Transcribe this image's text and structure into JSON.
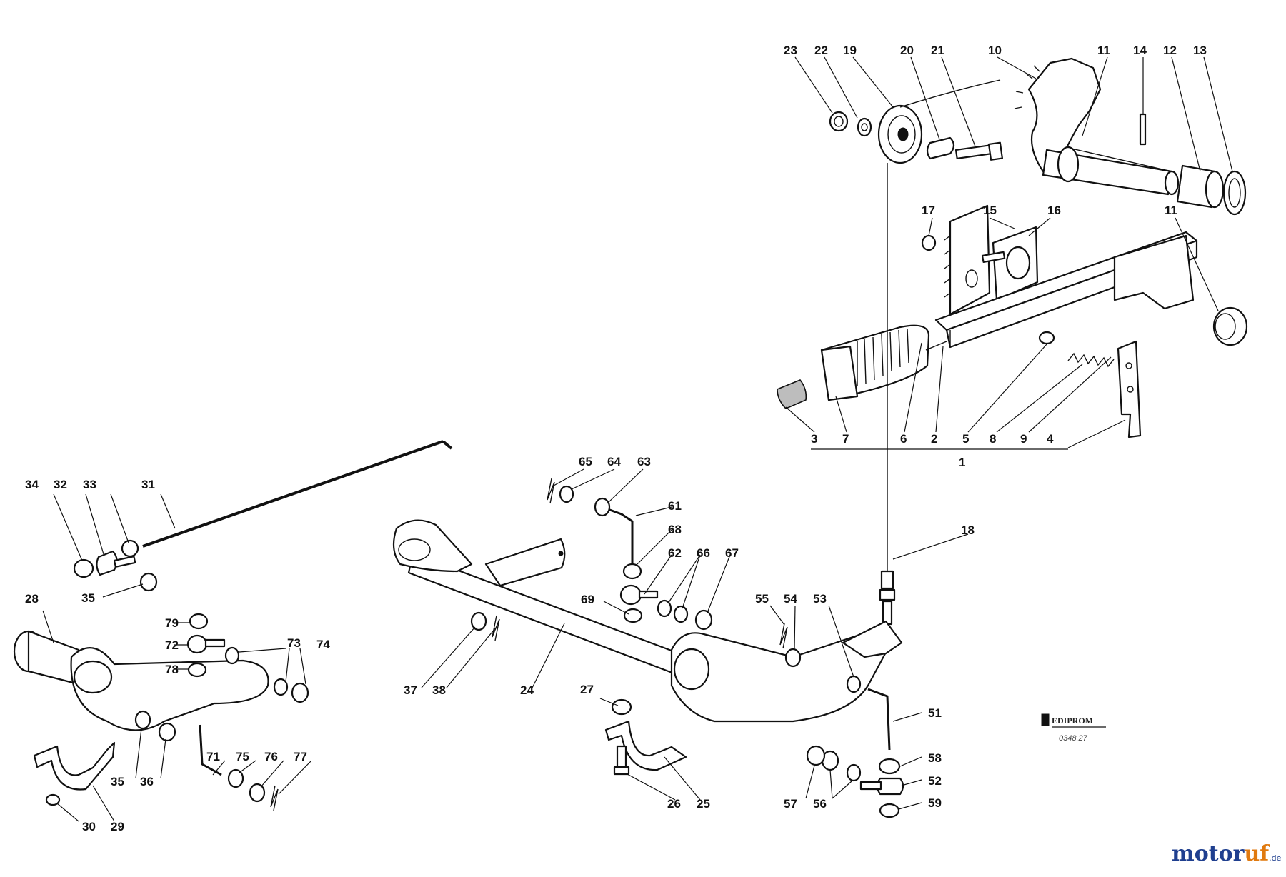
{
  "labels": {
    "1": "1",
    "2": "2",
    "3": "3",
    "4": "4",
    "5": "5",
    "6": "6",
    "7": "7",
    "8": "8",
    "9": "9",
    "10": "10",
    "11a": "11",
    "11b": "11",
    "12": "12",
    "13": "13",
    "14": "14",
    "15": "15",
    "16": "16",
    "17": "17",
    "18": "18",
    "19": "19",
    "20": "20",
    "21": "21",
    "22": "22",
    "23": "23",
    "24": "24",
    "25": "25",
    "26": "26",
    "27": "27",
    "28": "28",
    "29": "29",
    "30": "30",
    "31": "31",
    "32": "32",
    "33": "33",
    "34": "34",
    "35a": "35",
    "35b": "35",
    "36": "36",
    "37": "37",
    "38": "38",
    "51": "51",
    "52": "52",
    "53": "53",
    "54": "54",
    "55": "55",
    "56": "56",
    "57": "57",
    "58": "58",
    "59": "59",
    "61": "61",
    "62": "62",
    "63": "63",
    "64": "64",
    "65": "65",
    "66": "66",
    "67": "67",
    "68": "68",
    "69": "69",
    "71": "71",
    "72": "72",
    "73": "73",
    "74": "74",
    "75": "75",
    "76": "76",
    "77": "77",
    "78": "78",
    "79": "79"
  },
  "stamp": {
    "brand": "EDIPROM",
    "code": "0348.27"
  },
  "watermark": {
    "part1": "motor",
    "part2": "uf",
    "suffix": ".de"
  }
}
